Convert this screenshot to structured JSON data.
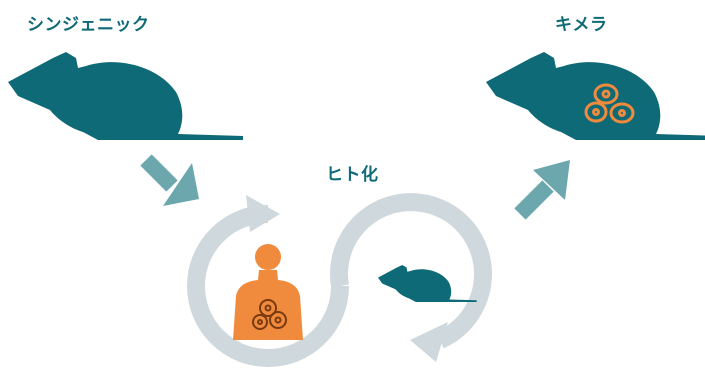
{
  "labels": {
    "syngeneic": "シンジェニック",
    "humanized": "ヒト化",
    "chimera": "キメラ"
  },
  "colors": {
    "mouse": "#0e6a76",
    "arrow": "#6ba7ad",
    "cycle": "#cfd8dc",
    "human": "#f08a3c",
    "tumor": "#f08a3c",
    "tumor_line": "#7a3a12",
    "text": "#0e6a76"
  },
  "icons": [
    "mouse-icon",
    "human-icon",
    "tumor-cells-icon",
    "arrow-icon",
    "cycle-arrow-icon"
  ]
}
